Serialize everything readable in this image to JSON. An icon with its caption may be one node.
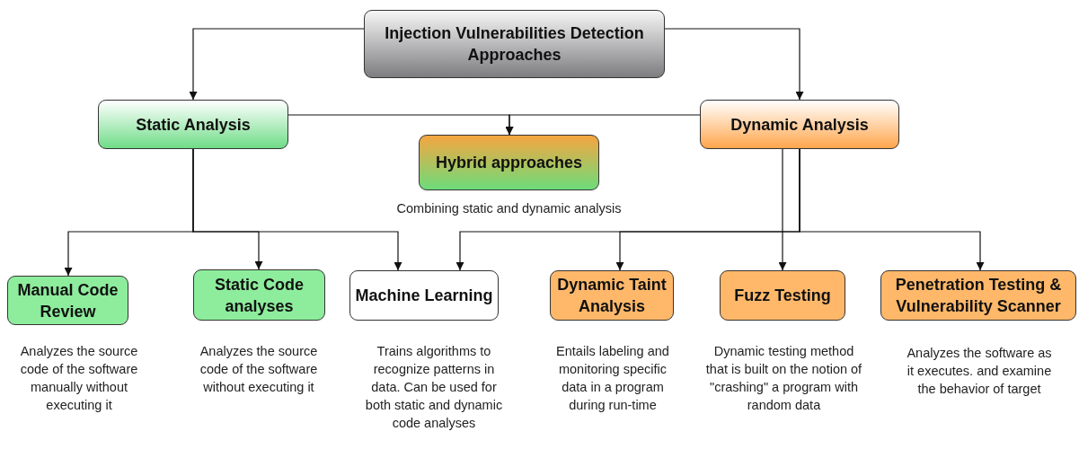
{
  "diagram": {
    "nodes": [
      {
        "text": [
          "Injection Vulnerabilities Detection Approaches"
        ]
      },
      {
        "text": [
          "Static Analysis"
        ]
      },
      {
        "text": [
          "Dynamic Analysis"
        ]
      },
      {
        "text": [
          "Hybrid approaches"
        ],
        "beside": [
          "Combining static and dynamic analysis"
        ]
      },
      {
        "text": [
          "Manual Code Review"
        ],
        "beside": [
          "Analyzes the source code of the software manually without executing it"
        ]
      },
      {
        "text": [
          "Static Code analyses"
        ],
        "beside": [
          "Analyzes the source code of the software without executing it"
        ]
      },
      {
        "text": [
          "Machine Learning"
        ],
        "beside": [
          "Trains algorithms to recognize patterns in data. Can be used for both static and dynamic code analyses"
        ]
      },
      {
        "text": [
          "Dynamic Taint Analysis"
        ],
        "beside": [
          "Entails labeling and monitoring specific data in a program during run-time"
        ]
      },
      {
        "text": [
          "Fuzz Testing"
        ],
        "beside": [
          "Dynamic testing method that is built on the notion of \"crashing\" a program with random data"
        ]
      },
      {
        "text": [
          "Penetration Testing & Vulnerability Scanner"
        ],
        "beside": [
          "Analyzes the software as it executes. and examine the behavior of target"
        ]
      }
    ],
    "edges": [
      {
        "from": 0,
        "to": 1,
        "arrow": "to"
      },
      {
        "from": 0,
        "to": 2,
        "arrow": "to"
      },
      {
        "from": 1,
        "to": 3,
        "arrow": "to"
      },
      {
        "from": 2,
        "to": 3,
        "arrow": "to"
      },
      {
        "from": 1,
        "to": 4,
        "arrow": "to"
      },
      {
        "from": 1,
        "to": 5,
        "arrow": "to"
      },
      {
        "from": 1,
        "to": 6,
        "arrow": "to"
      },
      {
        "from": 2,
        "to": 6,
        "arrow": "to"
      },
      {
        "from": 2,
        "to": 7,
        "arrow": "to"
      },
      {
        "from": 2,
        "to": 8,
        "arrow": "to"
      },
      {
        "from": 2,
        "to": 9,
        "arrow": "to"
      }
    ]
  }
}
